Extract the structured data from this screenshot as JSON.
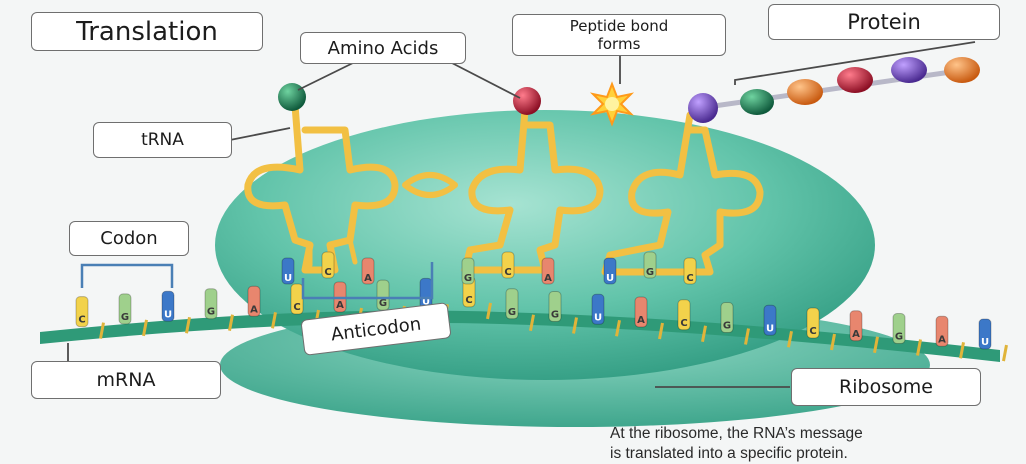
{
  "diagram": {
    "title": "Translation",
    "labels": {
      "amino_acids": "Amino Acids",
      "peptide_bond": "Peptide bond forms",
      "protein": "Protein",
      "trna": "tRNA",
      "codon": "Codon",
      "anticodon": "Anticodon",
      "mrna": "mRNA",
      "ribosome": "Ribosome"
    },
    "caption_lines": [
      "At the ribosome, the RNA’s message",
      "is translated into a specific protein."
    ],
    "mrna_bases": [
      "C",
      "G",
      "U",
      "G",
      "A",
      "C",
      "A",
      "G",
      "U",
      "C",
      "G",
      "G",
      "U",
      "A",
      "C",
      "G",
      "U",
      "C",
      "A",
      "G",
      "A",
      "U"
    ],
    "anticodon_sets": [
      [
        "U",
        "C",
        "A"
      ],
      [
        "G",
        "C",
        "A"
      ],
      [
        "U",
        "G",
        "C"
      ]
    ],
    "colors": {
      "ribosome": "#5fbfa6",
      "trna": "#f2c043",
      "mrna_strand": "#2f9a78",
      "base_A": "#e8866e",
      "base_C": "#f2d24b",
      "base_G": "#9fd08c",
      "base_U": "#3c78c8",
      "amino_green": "#1f7a55",
      "amino_red": "#c8243c",
      "amino_purple": "#7a4cc8",
      "amino_orange": "#f08a2a",
      "bracket": "#4a7fb5"
    }
  }
}
